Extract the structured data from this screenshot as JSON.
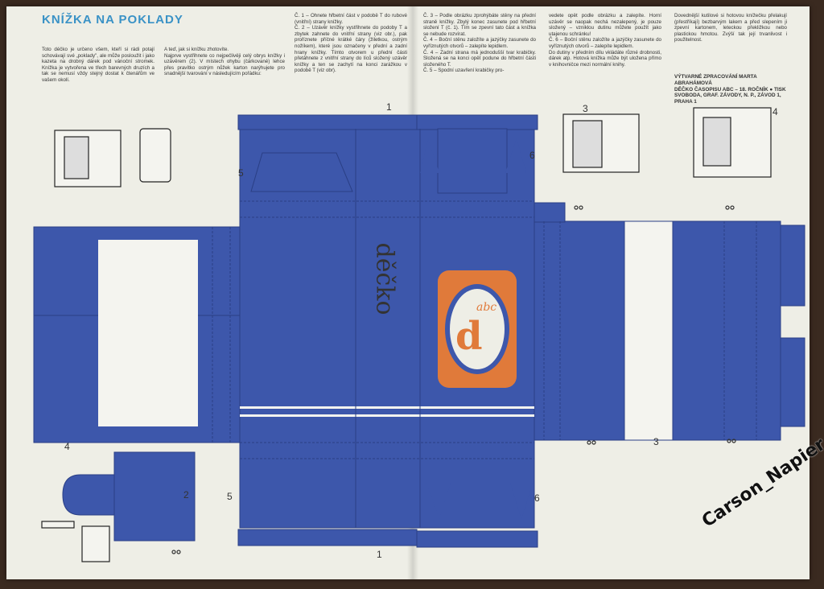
{
  "title": "KNÍŽKA NA POKLADY",
  "columns": [
    "Toto déčko je určeno všem, kteří si rádi potají schovávají své „poklady\", ale může posloužit i jako kazeta na drobný dárek pod vánoční stromek. Knížka je vytvořena ve třech barevných druzích a tak se nemusí vždy stejný dostat k čtenářům ve vašem okolí.",
    "A teď, jak si knížku zhotovíte.\nNajprve vystřihnete co nejpečlivěji celý obrys knížky i uzávěrem (2). V místech ohybu (čárkované) lehce přes pravítko ostrým nůžek karton narýhujete pro snadnější tvarování v následujícím pořádku:",
    "Č. 1 – Ohnete hřbetní část v podobě T do rubové (vnitřní) strany knížky.\nČ. 2 – Uzávěr knížky vystřihnete do podoby T a zbytek zahnete do vnitřní strany (viz obr.), pak proříznete příčné krátké čáry (žiletkou, ostrým nožíkem), které jsou označeny v přední a zadní hrany knížky. Tímto otvorem u přední části přetáhnete z vnitřní strany do líců složený uzávěr knížky a ten se zachytí na konci zarážkou v podobě T (viz obr).",
    "Č. 3 – Podle obrázku zprohýbáte stěny na přední straně knížky. Zbylý konec zasunete pod hřbetní složení T (č. 1). Tím se zpevní tato část a knížka se nebude rozvírat.\nČ. 4 – Boční stěnu založíte a jazýčky zasunete do vyříznutých otvorů – zalepíte lepidlem.\nČ. 4 – Zadní strana má jednodušší tvar krabičky. Složená se na konci opět podune do hřbetní části složeného T.\nČ. 5 – Spodní uzavření krabičky pro-",
    "vedete opět podle obrázku a zalepíte. Horní uzávěr se naopak nechá nezalepený, je pouze složený – vzniklou dutinu můžete použít jako utajenou schránku!\nČ. 6 – Boční stěnu založíte a jazýčky zasunete do vyříznutých otvorů – zalepíte lepidlem.\nDo dutiny v předním dílu vkládáte různé drobnosti, dárek atp. Hotová knížka může být uložena přímo v knihovničce mezi normální knihy.",
    "Dovednější kutilové si hotovou knížečku přelakují (přestříkají) bezbarvým lakem a před slepením ji zpevní kartonem, leteckou překližkou nebo plastickou hmotou. Zvýší tak její trvanlivost i použitelnost."
  ],
  "credit": "VÝTVARNÉ ZPRACOVÁNÍ MARTA ABRAHÁMOVÁ\nDĚČKO ČASOPISU ABC – 18. ROČNÍK ● TISK SVOBODA, GRAF. ZÁVODY, N. P., ZÁVOD 1, PRAHA 1",
  "logo": {
    "word": "děčko",
    "mark": "abc",
    "letter": "d"
  },
  "numbers": [
    "1",
    "2",
    "3",
    "3",
    "4",
    "4",
    "5",
    "5",
    "6",
    "6",
    "1"
  ],
  "watermark": "Carson_Napier",
  "colors": {
    "paper": "#eeeee6",
    "blue": "#3d57ab",
    "orange": "#e07a3a",
    "title": "#3a92c6"
  }
}
